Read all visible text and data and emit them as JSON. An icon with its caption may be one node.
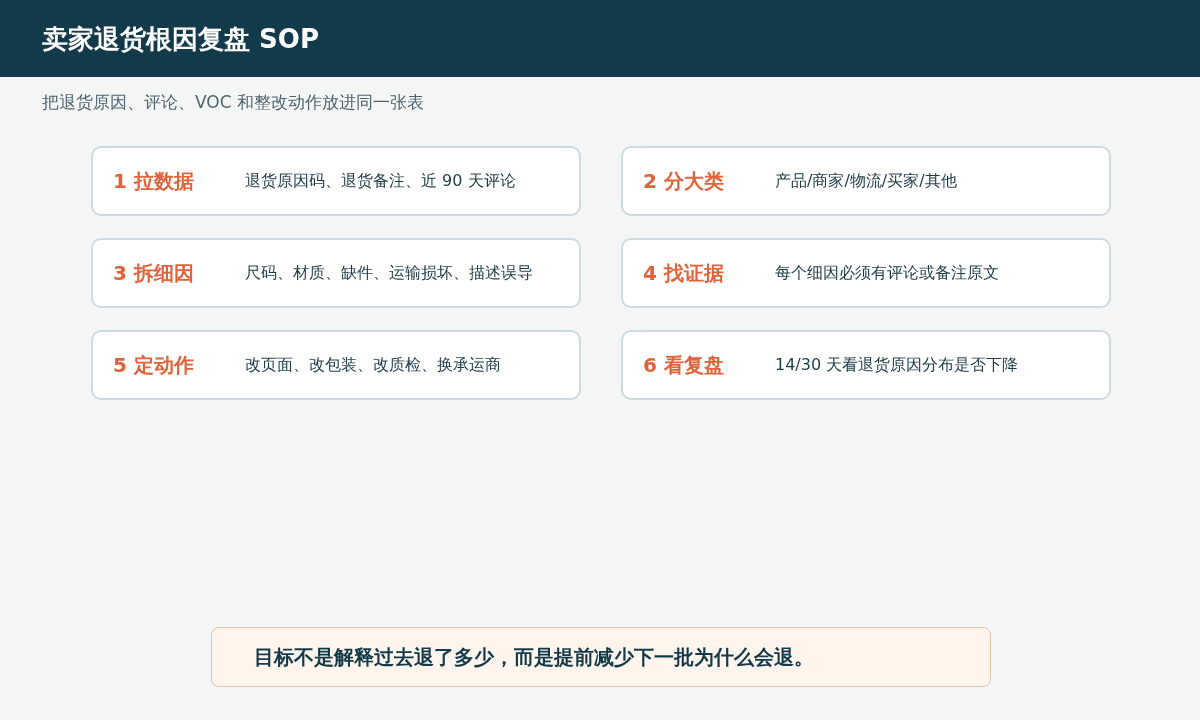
{
  "diagram": {
    "title": "卖家退货根因复盘 SOP",
    "labels": [
      "把退货原因、评论、VOC 和整改动作放进同一张表"
    ],
    "nodes": [
      {
        "text": [
          "1 拉数据",
          "退货原因码、退货备注、近 90 天评论"
        ]
      },
      {
        "text": [
          "2 分大类",
          "产品/商家/物流/买家/其他"
        ]
      },
      {
        "text": [
          "3 拆细因",
          "尺码、材质、缺件、运输损坏、描述误导"
        ]
      },
      {
        "text": [
          "4 找证据",
          "每个细因必须有评论或备注原文"
        ]
      },
      {
        "text": [
          "5 定动作",
          "改页面、改包装、改质检、换承运商"
        ]
      },
      {
        "text": [
          "6 看复盘",
          "14/30 天看退货原因分布是否下降"
        ]
      },
      {
        "text": [
          "目标不是解释过去退了多少，而是提前减少下一批为什么会退。"
        ]
      }
    ]
  }
}
